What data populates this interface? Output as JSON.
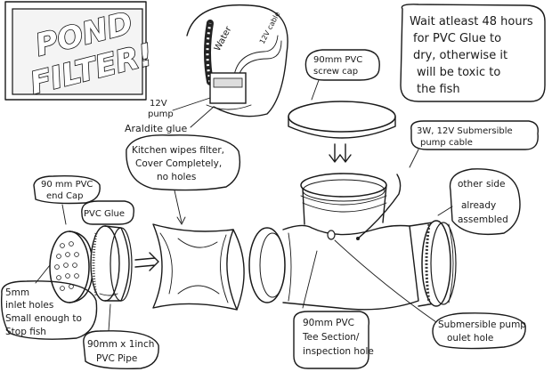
{
  "title": {
    "line1": "POND",
    "line2": "FILTER!"
  },
  "warning_note": {
    "lines": [
      "Wait atleast 48 hours",
      "for PVC Glue to",
      "dry, otherwise it",
      "will be toxic to",
      "the fish"
    ]
  },
  "labels": {
    "water": "Water",
    "cable_12v": "12V cable",
    "pump_12v": [
      "12V",
      "pump"
    ],
    "araldite": "Araldite glue",
    "screw_cap": [
      "90mm PVC",
      "screw cap"
    ],
    "pump_cable": [
      "3W, 12V Submersible",
      "pump cable"
    ],
    "kitchen_wipes": [
      "Kitchen wipes filter,",
      "Cover Completely,",
      "no holes"
    ],
    "end_cap": [
      "90 mm PVC",
      "end Cap"
    ],
    "pvc_glue": "PVC Glue",
    "other_side": [
      "other",
      "side",
      "already",
      "assembled"
    ],
    "inlet_holes": [
      "5mm",
      "inlet holes",
      "Small enough to",
      "Stop fish"
    ],
    "pvc_pipe": [
      "90mm x 1inch",
      "PVC Pipe"
    ],
    "tee_section": [
      "90mm PVC",
      "Tee Section/",
      "inspection hole"
    ],
    "outlet_hole": [
      "Submersible pump",
      "oulet hole"
    ]
  }
}
